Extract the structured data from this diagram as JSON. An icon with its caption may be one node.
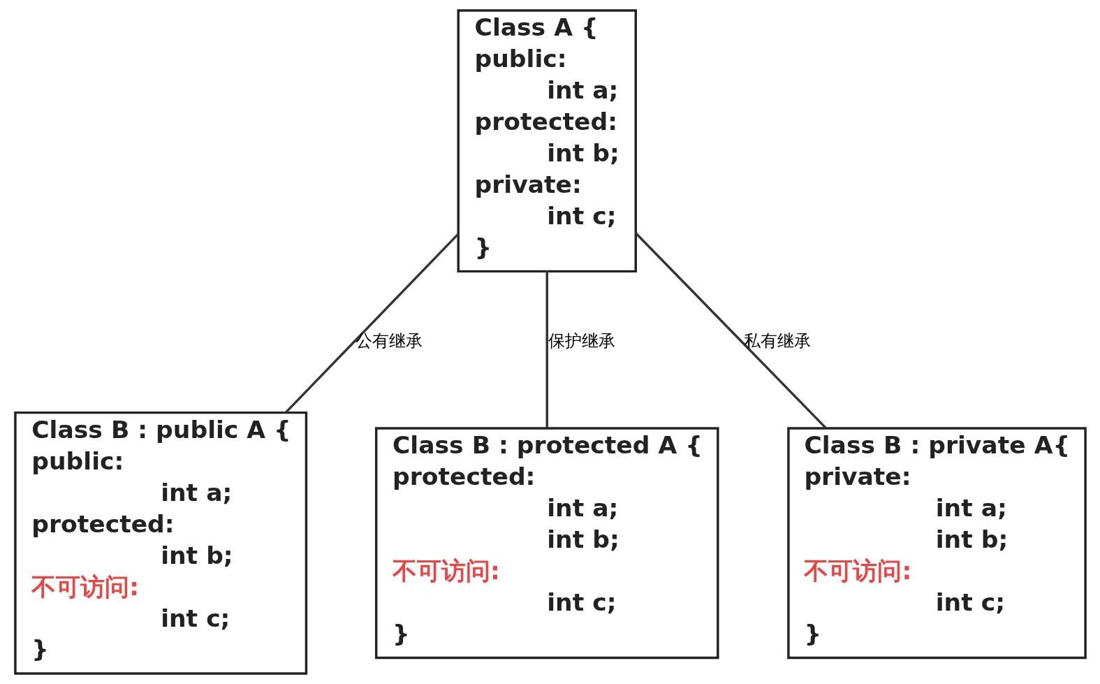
{
  "diagram": {
    "nodes": [
      {
        "text": [
          "Class A {",
          "public:",
          "int a;",
          "protected:",
          "int b;",
          "private:",
          "int c;",
          "}"
        ]
      },
      {
        "text": [
          "Class B : public A {",
          "public:",
          "int a;",
          "protected:",
          "int b;",
          "不可访问:",
          "int c;",
          "}"
        ]
      },
      {
        "text": [
          "Class B : protected A {",
          "protected:",
          "int a;",
          "int b;",
          "不可访问:",
          "int c;",
          "}"
        ]
      },
      {
        "text": [
          "Class B : private A{",
          "private:",
          "int a;",
          "int b;",
          "不可访问:",
          "int c;",
          "}"
        ]
      }
    ],
    "edges": [
      {
        "from": 0,
        "to": 1,
        "arrow": "none",
        "label": "公有继承"
      },
      {
        "from": 0,
        "to": 2,
        "arrow": "none",
        "label": "保护继承"
      },
      {
        "from": 0,
        "to": 3,
        "arrow": "none",
        "label": "私有继承"
      }
    ]
  }
}
